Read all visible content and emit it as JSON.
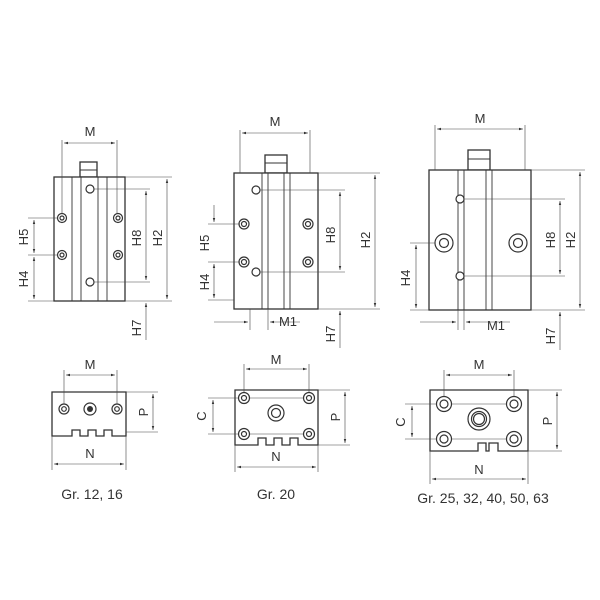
{
  "views": [
    {
      "caption": "Gr. 12, 16",
      "dims": {
        "M": "M",
        "H2": "H2",
        "H8": "H8",
        "H5": "H5",
        "H4": "H4",
        "H7": "H7",
        "P": "P",
        "N": "N",
        "M_bottom": "M"
      }
    },
    {
      "caption": "Gr. 20",
      "dims": {
        "M": "M",
        "H2": "H2",
        "H8": "H8",
        "H5": "H5",
        "H4": "H4",
        "H7": "H7",
        "M1": "M1",
        "C": "C",
        "P": "P",
        "N": "N",
        "M_bottom": "M"
      }
    },
    {
      "caption": "Gr. 25, 32, 40, 50, 63",
      "dims": {
        "M": "M",
        "H2": "H2",
        "H8": "H8",
        "H4": "H4",
        "H7": "H7",
        "M1": "M1",
        "C": "C",
        "P": "P",
        "N": "N",
        "M_bottom": "M"
      }
    }
  ]
}
